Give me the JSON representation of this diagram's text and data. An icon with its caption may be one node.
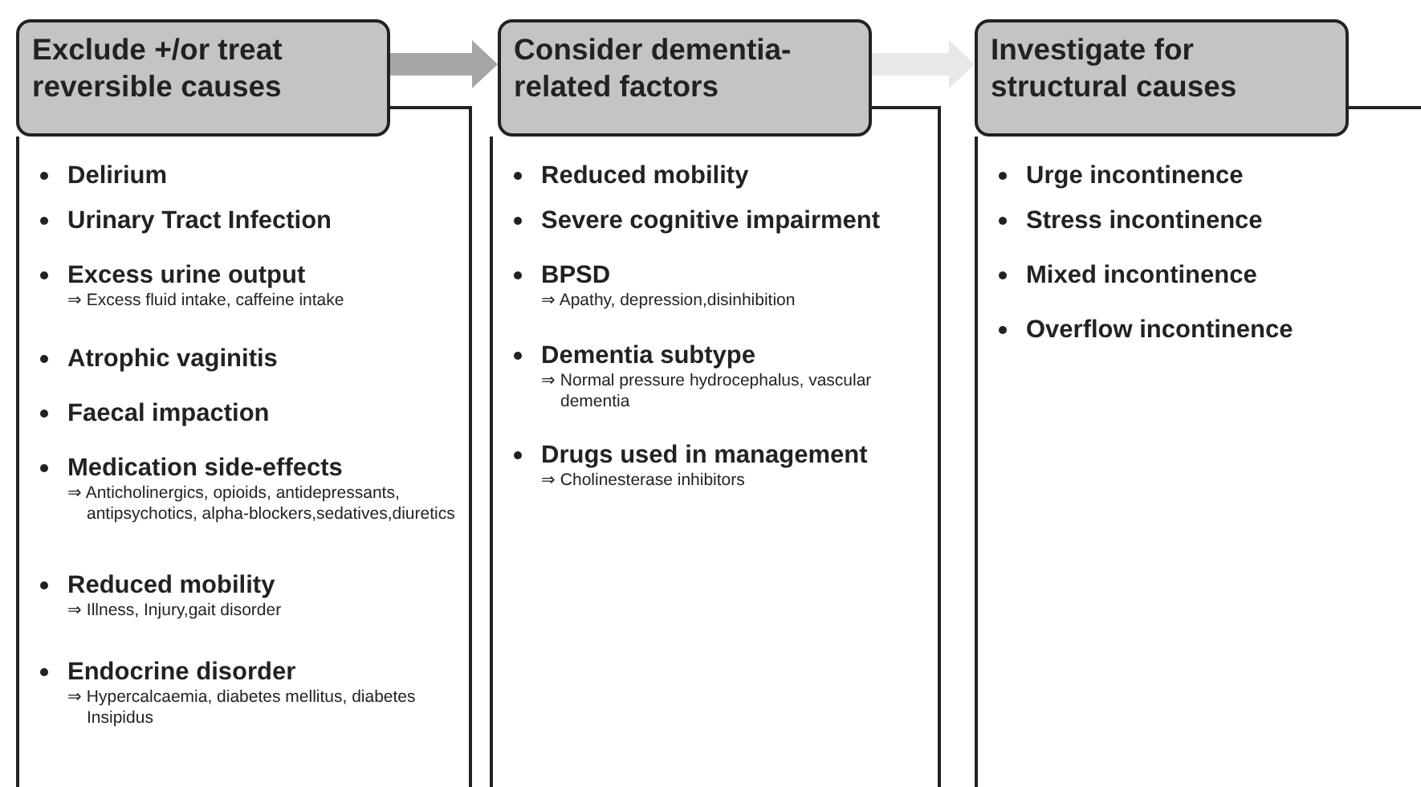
{
  "diagram": {
    "nodes": [
      {
        "text": [
          "Exclude +/or treat reversible causes"
        ]
      },
      {
        "text": [],
        "shape": "box"
      },
      {
        "text": [
          "Delirium"
        ],
        "in": 1
      },
      {
        "text": [
          "Urinary Tract Infection"
        ],
        "in": 1
      },
      {
        "text": [
          "Excess urine output",
          "⇒ Excess fluid intake, caffeine intake"
        ],
        "in": 1
      },
      {
        "text": [
          "Atrophic vaginitis"
        ],
        "in": 1
      },
      {
        "text": [
          "Faecal impaction"
        ],
        "in": 1
      },
      {
        "text": [
          "Medication side-effects",
          "⇒ Anticholinergics, opioids, antidepressants, antipsychotics, alpha-blockers,sedatives,diuretics"
        ],
        "in": 1
      },
      {
        "text": [
          "Reduced mobility",
          "⇒ Illness, Injury,gait disorder"
        ],
        "in": 1
      },
      {
        "text": [
          "Endocrine disorder",
          "⇒ Hypercalcaemia, diabetes mellitus, diabetes Insipidus"
        ],
        "in": 1
      },
      {
        "text": [
          "Consider dementia-related factors"
        ]
      },
      {
        "text": [],
        "shape": "box"
      },
      {
        "text": [
          "Reduced mobility"
        ],
        "in": 11
      },
      {
        "text": [
          "Severe cognitive impairment"
        ],
        "in": 11
      },
      {
        "text": [
          "BPSD",
          "⇒ Apathy, depression,disinhibition"
        ],
        "in": 11
      },
      {
        "text": [
          "Dementia subtype",
          "⇒ Normal pressure hydrocephalus, vascular dementia"
        ],
        "in": 11
      },
      {
        "text": [
          "Drugs used in management",
          "⇒ Cholinesterase inhibitors"
        ],
        "in": 11
      },
      {
        "text": [
          "Investigate for structural causes"
        ]
      },
      {
        "text": [],
        "shape": "box"
      },
      {
        "text": [
          "Urge incontinence"
        ],
        "in": 18
      },
      {
        "text": [
          "Stress incontinence"
        ],
        "in": 18
      },
      {
        "text": [
          "Mixed incontinence"
        ],
        "in": 18
      },
      {
        "text": [
          "Overflow incontinence"
        ],
        "in": 18
      }
    ],
    "edges": [
      {
        "from": 0,
        "to": 10,
        "arrow": "to",
        "color": "#a6a6a6"
      },
      {
        "from": 10,
        "to": 17,
        "arrow": "to",
        "color": "#e8e8e8"
      }
    ]
  }
}
